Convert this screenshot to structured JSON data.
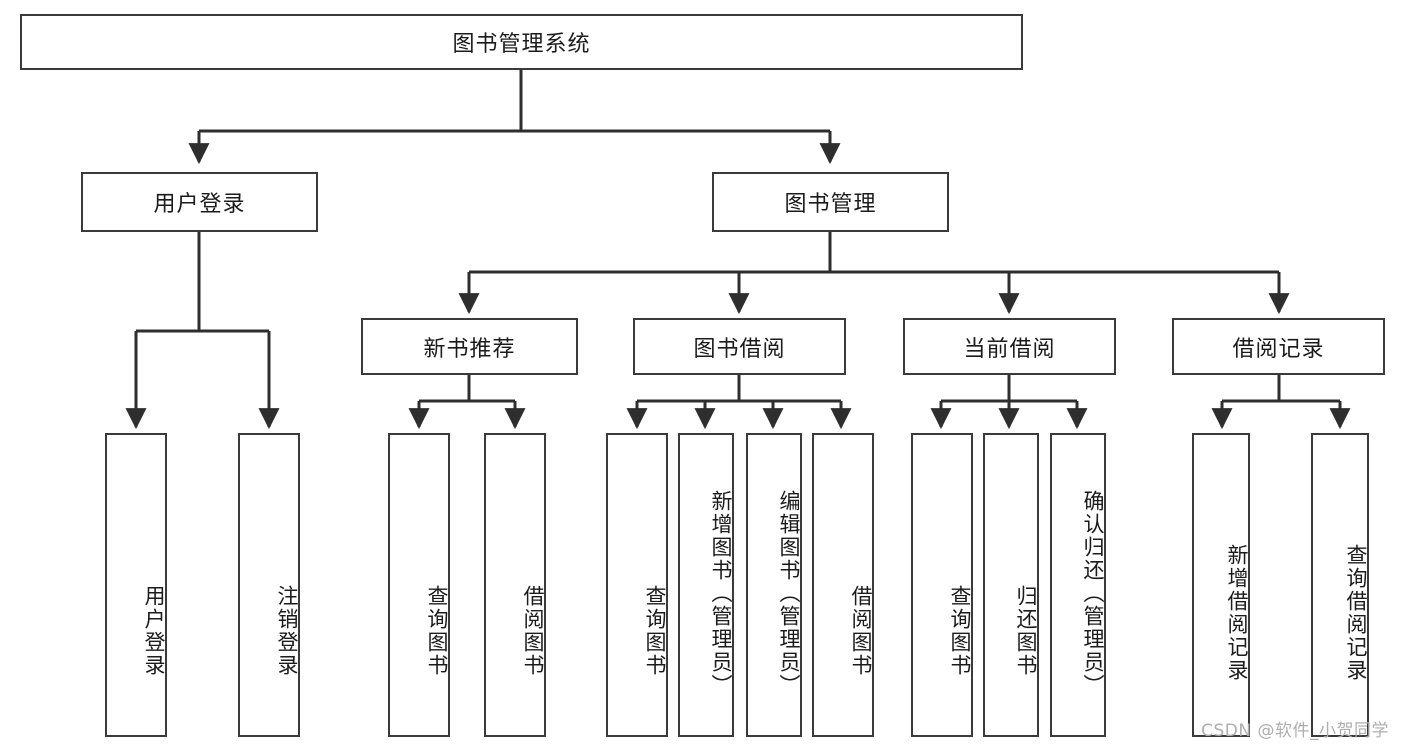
{
  "diagram": {
    "type": "tree",
    "title": "图书管理系统",
    "watermark": "CSDN @软件_小贺同学",
    "colors": {
      "stroke": "#3a3a3a",
      "background": "#ffffff",
      "text": "#1b1b1b",
      "watermark": "#aeaeae"
    },
    "levels": {
      "root": "图书管理系统",
      "level1": [
        "用户登录",
        "图书管理"
      ],
      "level2": [
        "新书推荐",
        "图书借阅",
        "当前借阅",
        "借阅记录"
      ]
    },
    "nodes": {
      "root": {
        "label": "图书管理系统"
      },
      "user_login": {
        "label": "用户登录"
      },
      "book_manage": {
        "label": "图书管理"
      },
      "new_book_rec": {
        "label": "新书推荐"
      },
      "book_borrow": {
        "label": "图书借阅"
      },
      "current_borrow": {
        "label": "当前借阅"
      },
      "borrow_record": {
        "label": "借阅记录"
      },
      "leaf_user_login": {
        "label": "用户登录"
      },
      "leaf_user_logout": {
        "label": "注销登录"
      },
      "leaf_query_book_1": {
        "label": "查询图书"
      },
      "leaf_borrow_book_1": {
        "label": "借阅图书"
      },
      "leaf_query_book_2": {
        "label": "查询图书"
      },
      "leaf_add_book": {
        "label": "新增图书（管理员）"
      },
      "leaf_edit_book": {
        "label": "编辑图书（管理员）"
      },
      "leaf_borrow_book_2": {
        "label": "借阅图书"
      },
      "leaf_query_book_3": {
        "label": "查询图书"
      },
      "leaf_return_book": {
        "label": "归还图书"
      },
      "leaf_confirm_return": {
        "label": "确认归还（管理员）"
      },
      "leaf_add_record": {
        "label": "新增借阅记录"
      },
      "leaf_query_record": {
        "label": "查询借阅记录"
      }
    },
    "edges": [
      {
        "from": "root",
        "to": "user_login"
      },
      {
        "from": "root",
        "to": "book_manage"
      },
      {
        "from": "user_login",
        "to": "leaf_user_login"
      },
      {
        "from": "user_login",
        "to": "leaf_user_logout"
      },
      {
        "from": "book_manage",
        "to": "new_book_rec"
      },
      {
        "from": "book_manage",
        "to": "book_borrow"
      },
      {
        "from": "book_manage",
        "to": "current_borrow"
      },
      {
        "from": "book_manage",
        "to": "borrow_record"
      },
      {
        "from": "new_book_rec",
        "to": "leaf_query_book_1"
      },
      {
        "from": "new_book_rec",
        "to": "leaf_borrow_book_1"
      },
      {
        "from": "book_borrow",
        "to": "leaf_query_book_2"
      },
      {
        "from": "book_borrow",
        "to": "leaf_add_book"
      },
      {
        "from": "book_borrow",
        "to": "leaf_edit_book"
      },
      {
        "from": "book_borrow",
        "to": "leaf_borrow_book_2"
      },
      {
        "from": "current_borrow",
        "to": "leaf_query_book_3"
      },
      {
        "from": "current_borrow",
        "to": "leaf_return_book"
      },
      {
        "from": "current_borrow",
        "to": "leaf_confirm_return"
      },
      {
        "from": "borrow_record",
        "to": "leaf_add_record"
      },
      {
        "from": "borrow_record",
        "to": "leaf_query_record"
      }
    ]
  }
}
